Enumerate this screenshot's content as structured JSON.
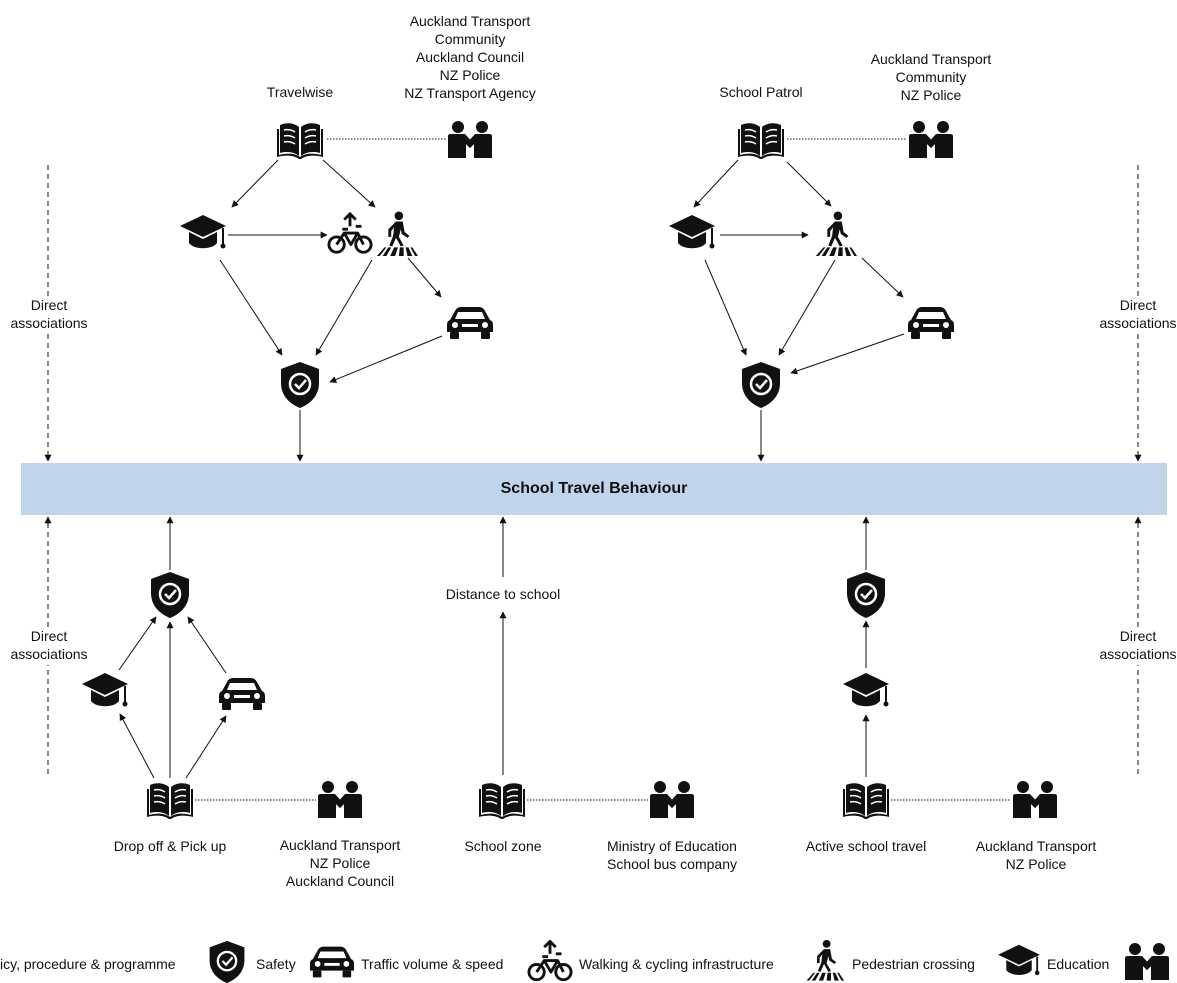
{
  "band": {
    "title": "School Travel Behaviour"
  },
  "side": {
    "direct_associations": [
      "Direct",
      "associations"
    ]
  },
  "top_left": {
    "title": "Travelwise",
    "agencies": [
      "Auckland Transport",
      "Community",
      "Auckland Council",
      "NZ Police",
      "NZ Transport Agency"
    ]
  },
  "top_right": {
    "title": "School Patrol",
    "agencies": [
      "Auckland Transport",
      "Community",
      "NZ Police"
    ]
  },
  "bottom_left": {
    "title": "Drop off & Pick up",
    "agencies": [
      "Auckland Transport",
      "NZ Police",
      "Auckland Council"
    ]
  },
  "bottom_mid": {
    "title": "School zone",
    "factor": "Distance to school",
    "agencies": [
      "Ministry of Education",
      "School bus company"
    ]
  },
  "bottom_right": {
    "title": "Active school travel",
    "agencies": [
      "Auckland Transport",
      "NZ Police"
    ]
  },
  "legend": {
    "policy": "icy, procedure & programme",
    "safety": "Safety",
    "traffic": "Traffic volume & speed",
    "walking": "Walking & cycling infrastructure",
    "crossing": "Pedestrian crossing",
    "education": "Education"
  },
  "icons": [
    "book-icon",
    "partnership-icon",
    "graduation-cap-icon",
    "bicycle-icon",
    "pedestrian-crossing-icon",
    "car-icon",
    "safety-shield-icon"
  ]
}
